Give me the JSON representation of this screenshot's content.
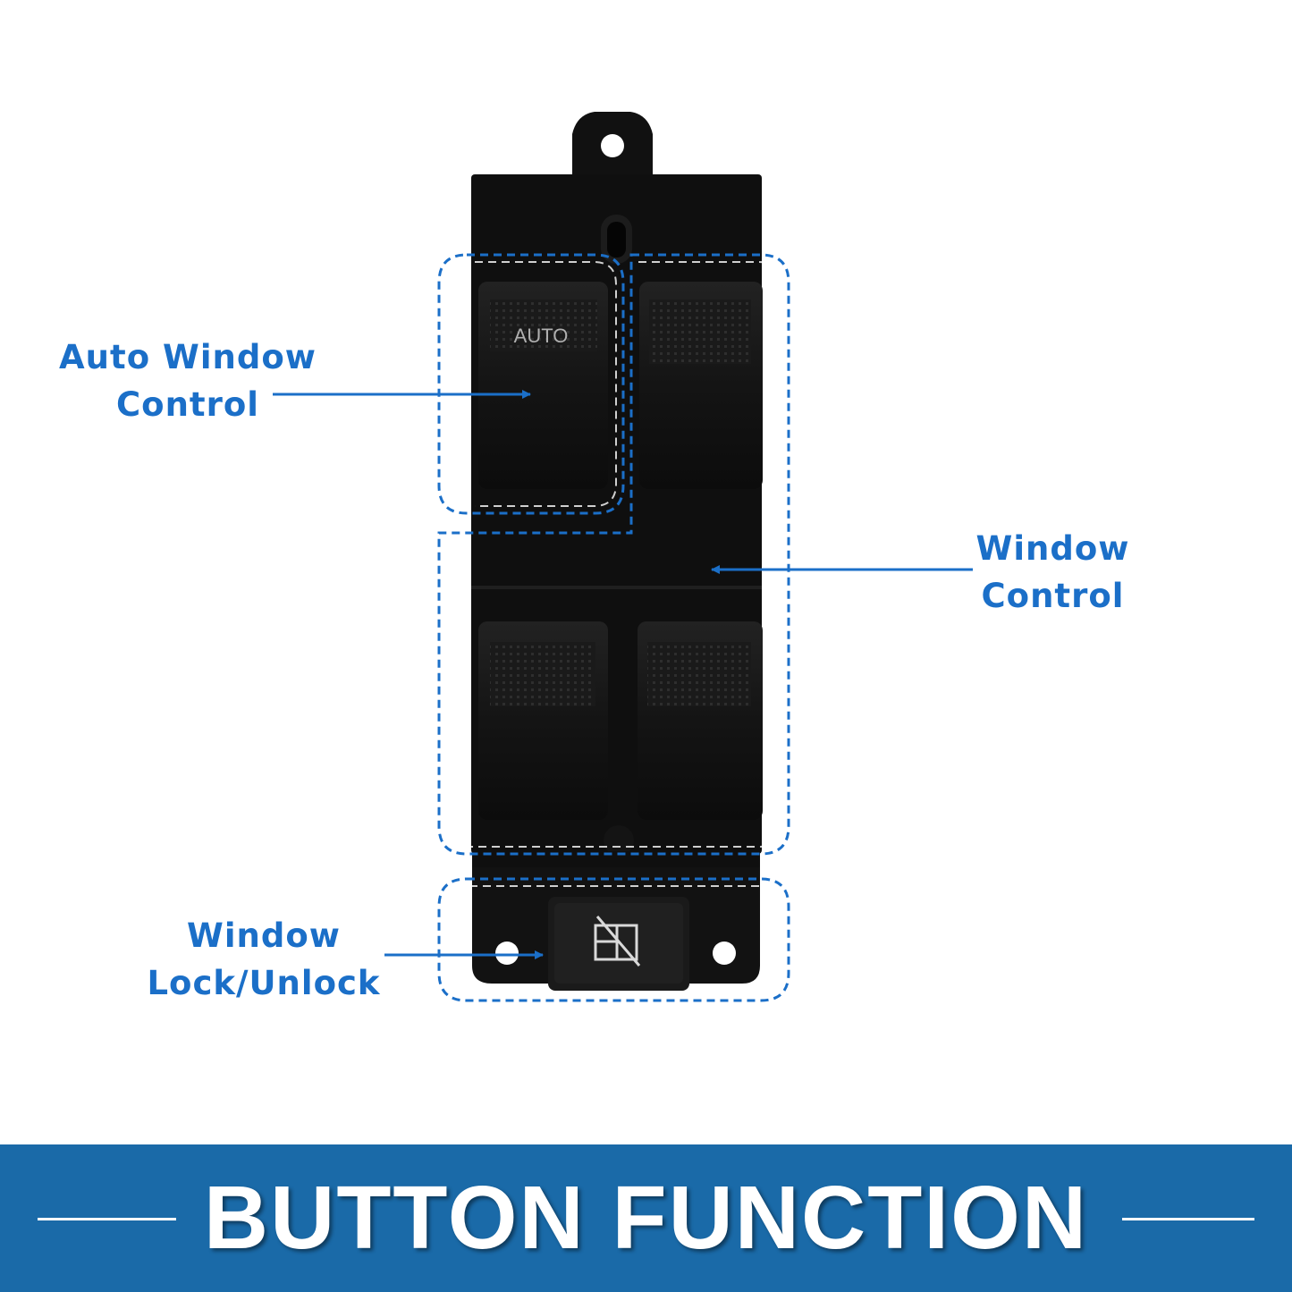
{
  "labels": {
    "auto_window": {
      "line1": "Auto Window",
      "line2": "Control"
    },
    "window_control": {
      "line1": "Window",
      "line2": "Control"
    },
    "window_lock": {
      "line1": "Window",
      "line2": "Lock/Unlock"
    }
  },
  "switch": {
    "auto_text": "AUTO"
  },
  "banner": {
    "title": "BUTTON FUNCTION"
  },
  "colors": {
    "accent_blue": "#1b6fc8",
    "banner_blue": "#1a6aa8",
    "switch_black": "#111111"
  },
  "icons": [
    "window-lock-icon",
    "arrow-icon"
  ]
}
